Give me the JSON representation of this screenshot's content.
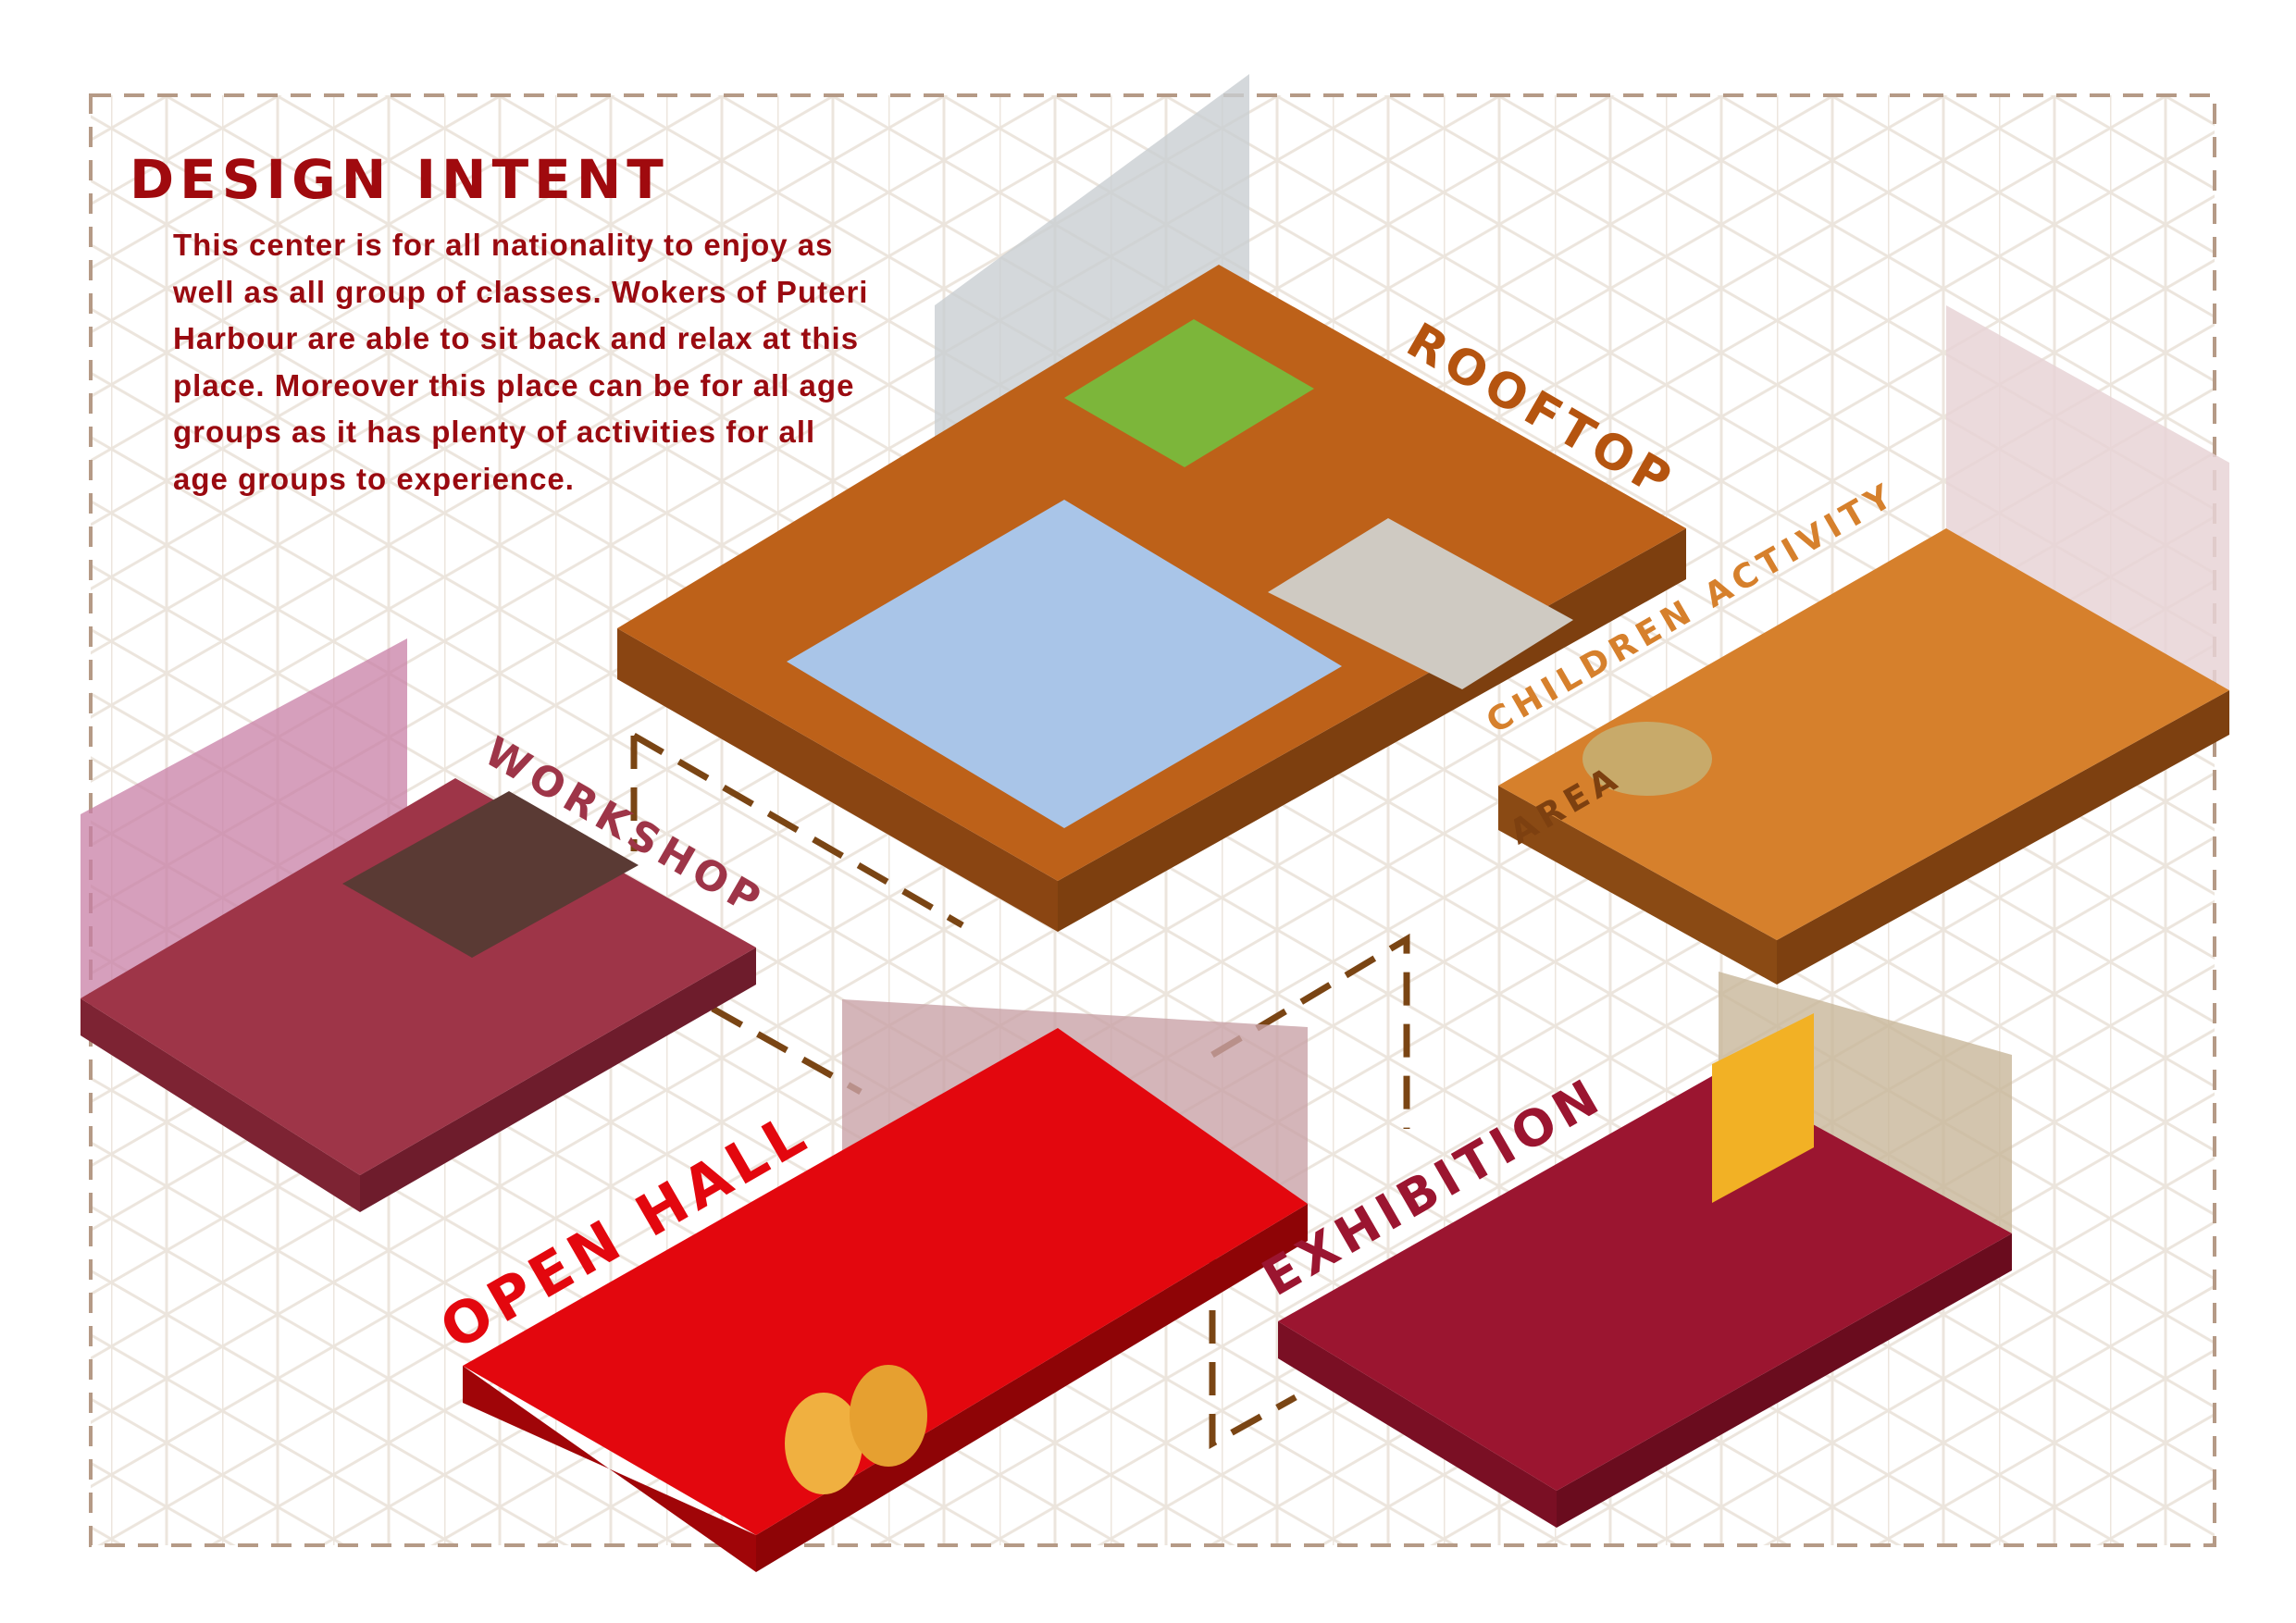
{
  "header": {
    "title": "DESIGN INTENT"
  },
  "intro": {
    "lines": [
      "This center is for all nationality to enjoy as",
      "well as all group of classes. Wokers of Puteri",
      "Harbour are able to sit back and relax at this",
      "place. Moreover this place can be for all age",
      "groups as it has plenty of activities for all",
      "age groups to experience."
    ]
  },
  "zones": {
    "rooftop": {
      "label": "ROOFTOP",
      "color": "#bd6119"
    },
    "children": {
      "label": "CHILDREN ACTIVITY",
      "label2": "AREA",
      "color": "#d6802c"
    },
    "workshop": {
      "label": "WORKSHOP",
      "color": "#9e3548"
    },
    "open_hall": {
      "label": "OPEN HALL",
      "color": "#e3070e"
    },
    "exhibition": {
      "label": "EXHIBITION",
      "color": "#9b1530"
    }
  },
  "colors": {
    "border": "#b59a86",
    "connector": "#7a4514",
    "text": "#a00a0e",
    "grid": "#ece5dd"
  }
}
